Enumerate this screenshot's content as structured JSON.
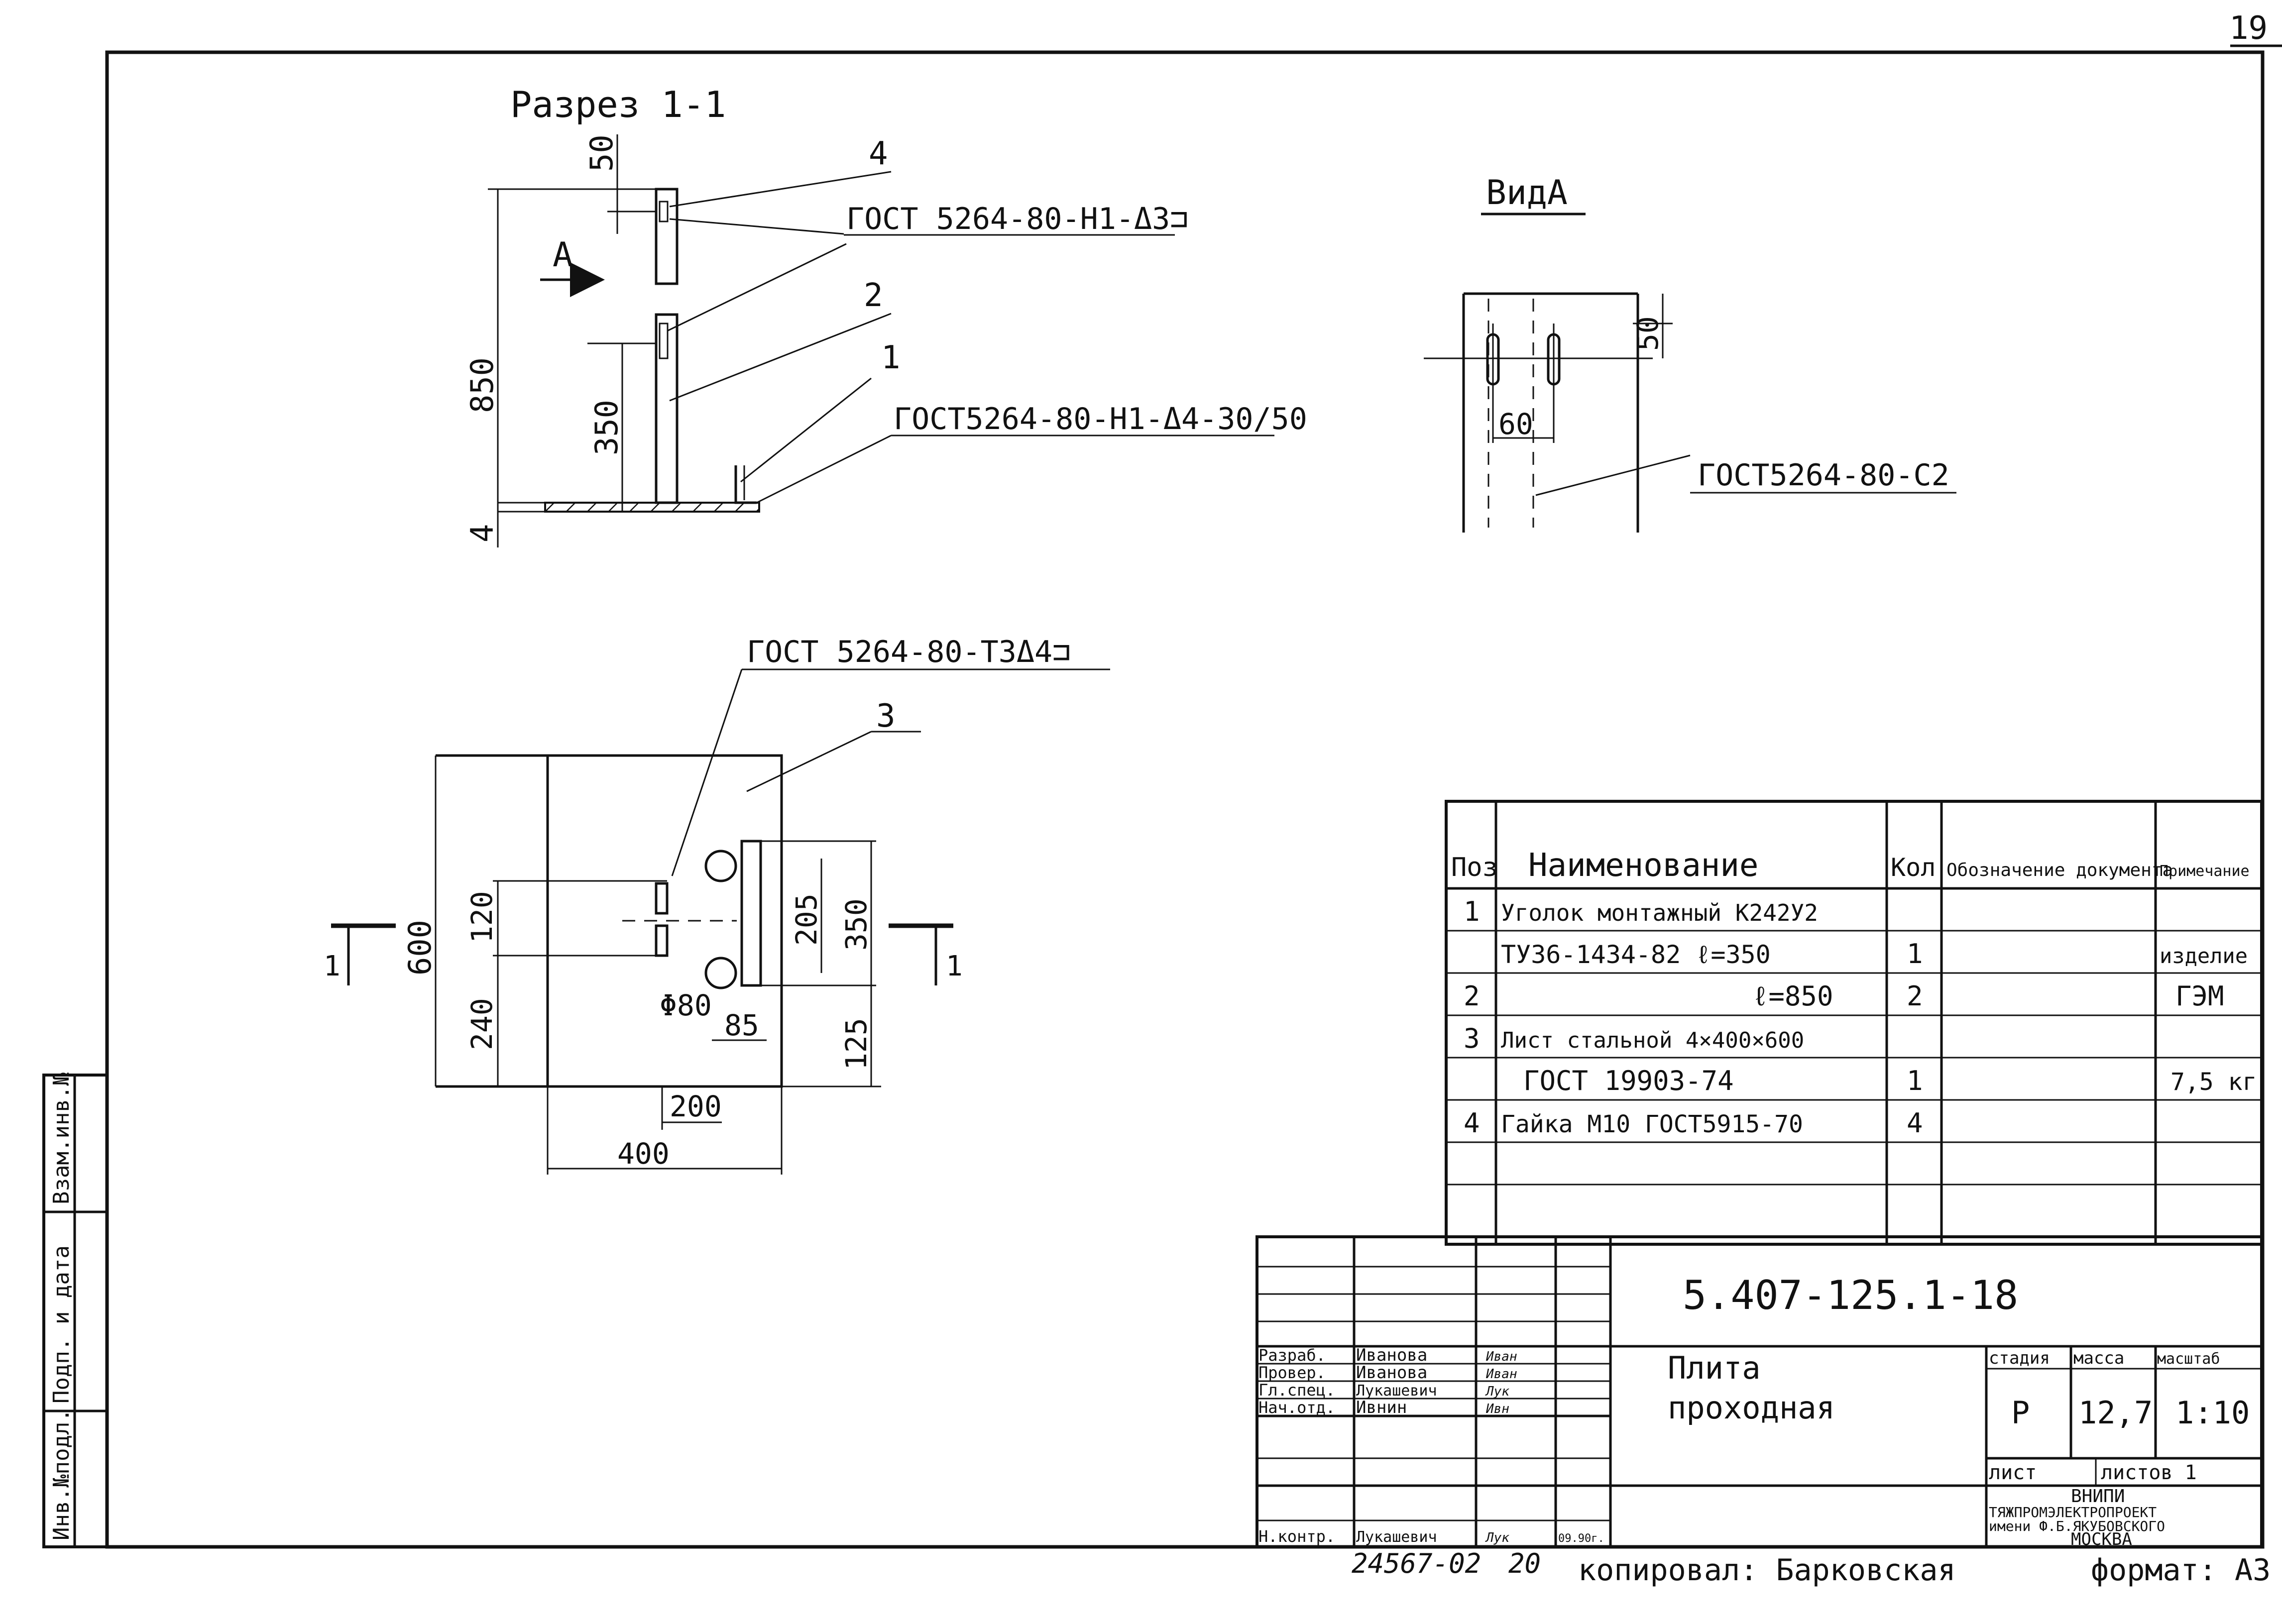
{
  "page_number": "19",
  "section": {
    "title": "Разрез 1-1",
    "dims": [
      "50",
      "850",
      "350",
      "4"
    ],
    "pos_labels": [
      "4",
      "2",
      "1"
    ],
    "arrow_label": "А",
    "weld_top": "ГОСТ 5264-80-Н1-Δ3⊐",
    "weld_mid": "ГОСТ5264-80-Н1-Δ4-30/50"
  },
  "view": {
    "title": "ВидА",
    "dims": [
      "50",
      "60"
    ],
    "weld": "ГОСТ5264-80-С2"
  },
  "plan": {
    "weld": "ГОСТ 5264-80-Т3Δ4⊐",
    "pos_label": "3",
    "dims": [
      "600",
      "120",
      "240",
      "205",
      "350",
      "125",
      "85",
      "200",
      "400"
    ],
    "dia": "Φ80",
    "cut_label": "1"
  },
  "spec": {
    "headers": [
      "Поз",
      "Наименование",
      "Кол",
      "Обозначение документа",
      "Примечание"
    ],
    "rows": [
      [
        "1",
        "Уголок монтажный К242У2",
        "",
        "",
        ""
      ],
      [
        "",
        "ТУ36-1434-82  ℓ=350",
        "1",
        "",
        "изделие"
      ],
      [
        "2",
        "ℓ=850",
        "2",
        "",
        "ГЭМ"
      ],
      [
        "3",
        "Лист стальной 4×400×600",
        "",
        "",
        ""
      ],
      [
        "",
        "ГОСТ 19903-74",
        "1",
        "",
        "7,5 кг"
      ],
      [
        "4",
        "Гайка М10 ГОСТ5915-70",
        "4",
        "",
        ""
      ],
      [
        "",
        "",
        "",
        "",
        ""
      ],
      [
        "",
        "",
        "",
        "",
        ""
      ]
    ]
  },
  "title_block": {
    "designation": "5.407-125.1-18",
    "name_line1": "Плита",
    "name_line2": "проходная",
    "roles": [
      {
        "role": "Разраб.",
        "name": "Иванова",
        "sign": "Иван"
      },
      {
        "role": "Провер.",
        "name": "Иванова",
        "sign": "Иван"
      },
      {
        "role": "Гл.спец.",
        "name": "Лукашевич",
        "sign": "Лук"
      },
      {
        "role": "Нач.отд.",
        "name": "Ивнин",
        "sign": "Ивн"
      }
    ],
    "norm_control": {
      "role": "Н.контр.",
      "name": "Лукашевич",
      "sign": "Лук",
      "date": "09.90г."
    },
    "stage_header": "стадия",
    "mass_header": "масса",
    "scale_header": "масштаб",
    "stage": "Р",
    "mass": "12,7",
    "scale": "1:10",
    "sheet_label": "лист",
    "sheets_label": "листов 1",
    "org_lines": [
      "ВНИПИ",
      "ТЯЖПРОМЭЛЕКТРОПРОЕКТ",
      "имени Ф.Б.ЯКУБОВСКОГО",
      "МОСКВА"
    ]
  },
  "side_stamp": [
    "Инв.№подл.",
    "Подп. и дата",
    "Взам.инв.№"
  ],
  "footer": {
    "inventory": "24567-02",
    "inventory_num": "20",
    "copied": "копировал: Барковская",
    "format": "формат: А3"
  }
}
